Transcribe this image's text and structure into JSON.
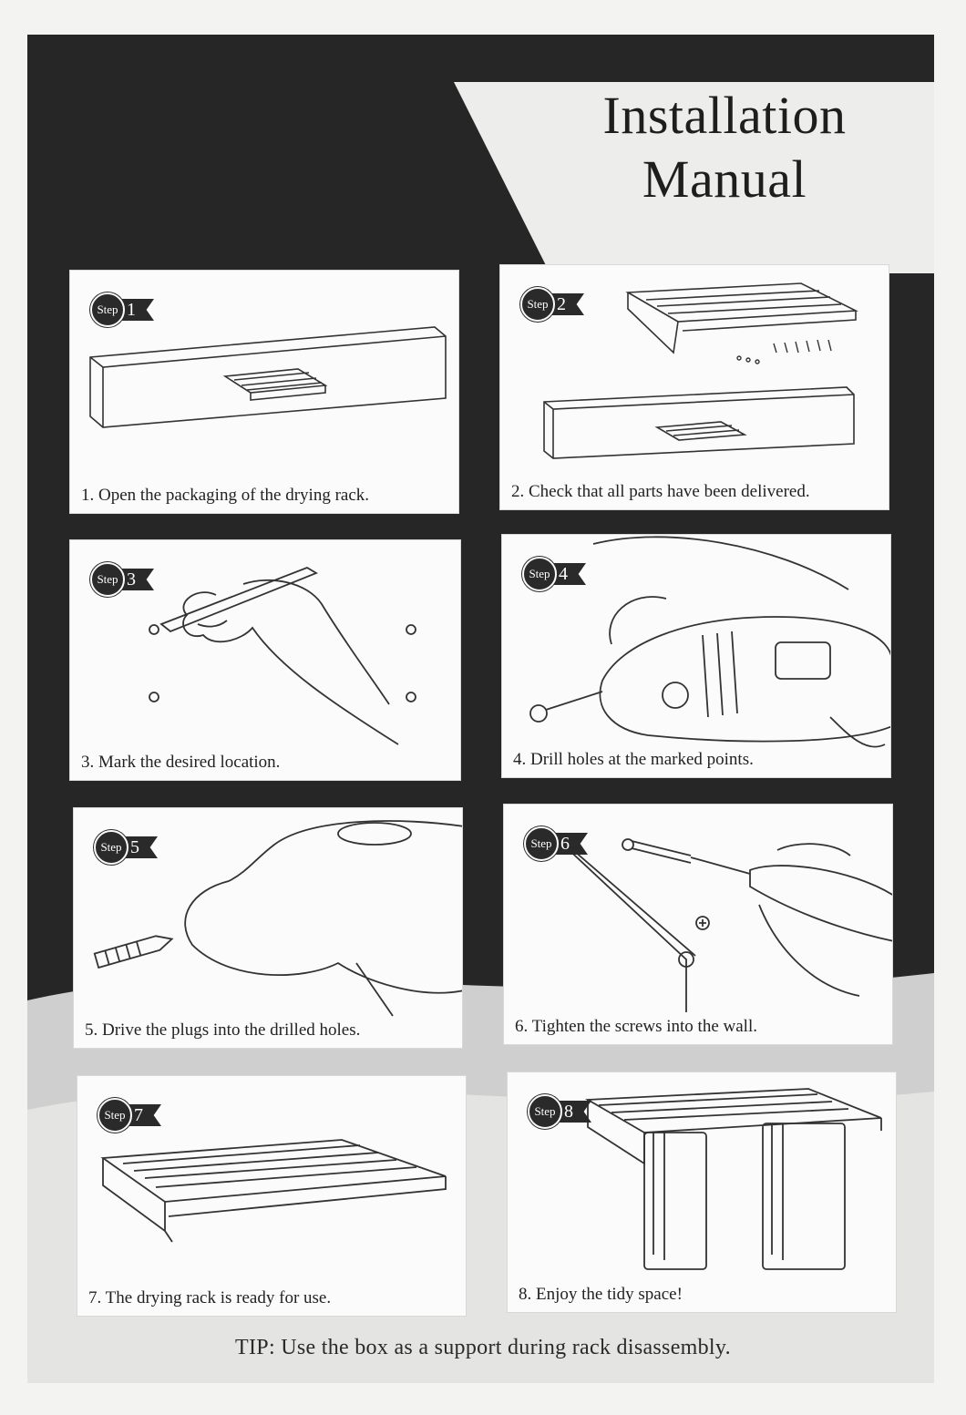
{
  "title": {
    "line1": "Installation",
    "line2": "Manual"
  },
  "step_word": "Step",
  "steps": [
    {
      "number": "1",
      "caption": "1. Open the packaging of the drying rack."
    },
    {
      "number": "2",
      "caption": "2. Check that all parts have been delivered."
    },
    {
      "number": "3",
      "caption": "3. Mark the desired location."
    },
    {
      "number": "4",
      "caption": "4. Drill holes at the marked points."
    },
    {
      "number": "5",
      "caption": "5. Drive the plugs into the drilled holes."
    },
    {
      "number": "6",
      "caption": "6. Tighten the screws into the wall."
    },
    {
      "number": "7",
      "caption": "7. The drying rack is ready for use."
    },
    {
      "number": "8",
      "caption": "8. Enjoy the tidy space!"
    }
  ],
  "tip": "TIP: Use the box as a support during rack disassembly.",
  "colors": {
    "dark_background": "#262626",
    "light_band": "#ededeb",
    "panel": "#fbfbfb"
  }
}
